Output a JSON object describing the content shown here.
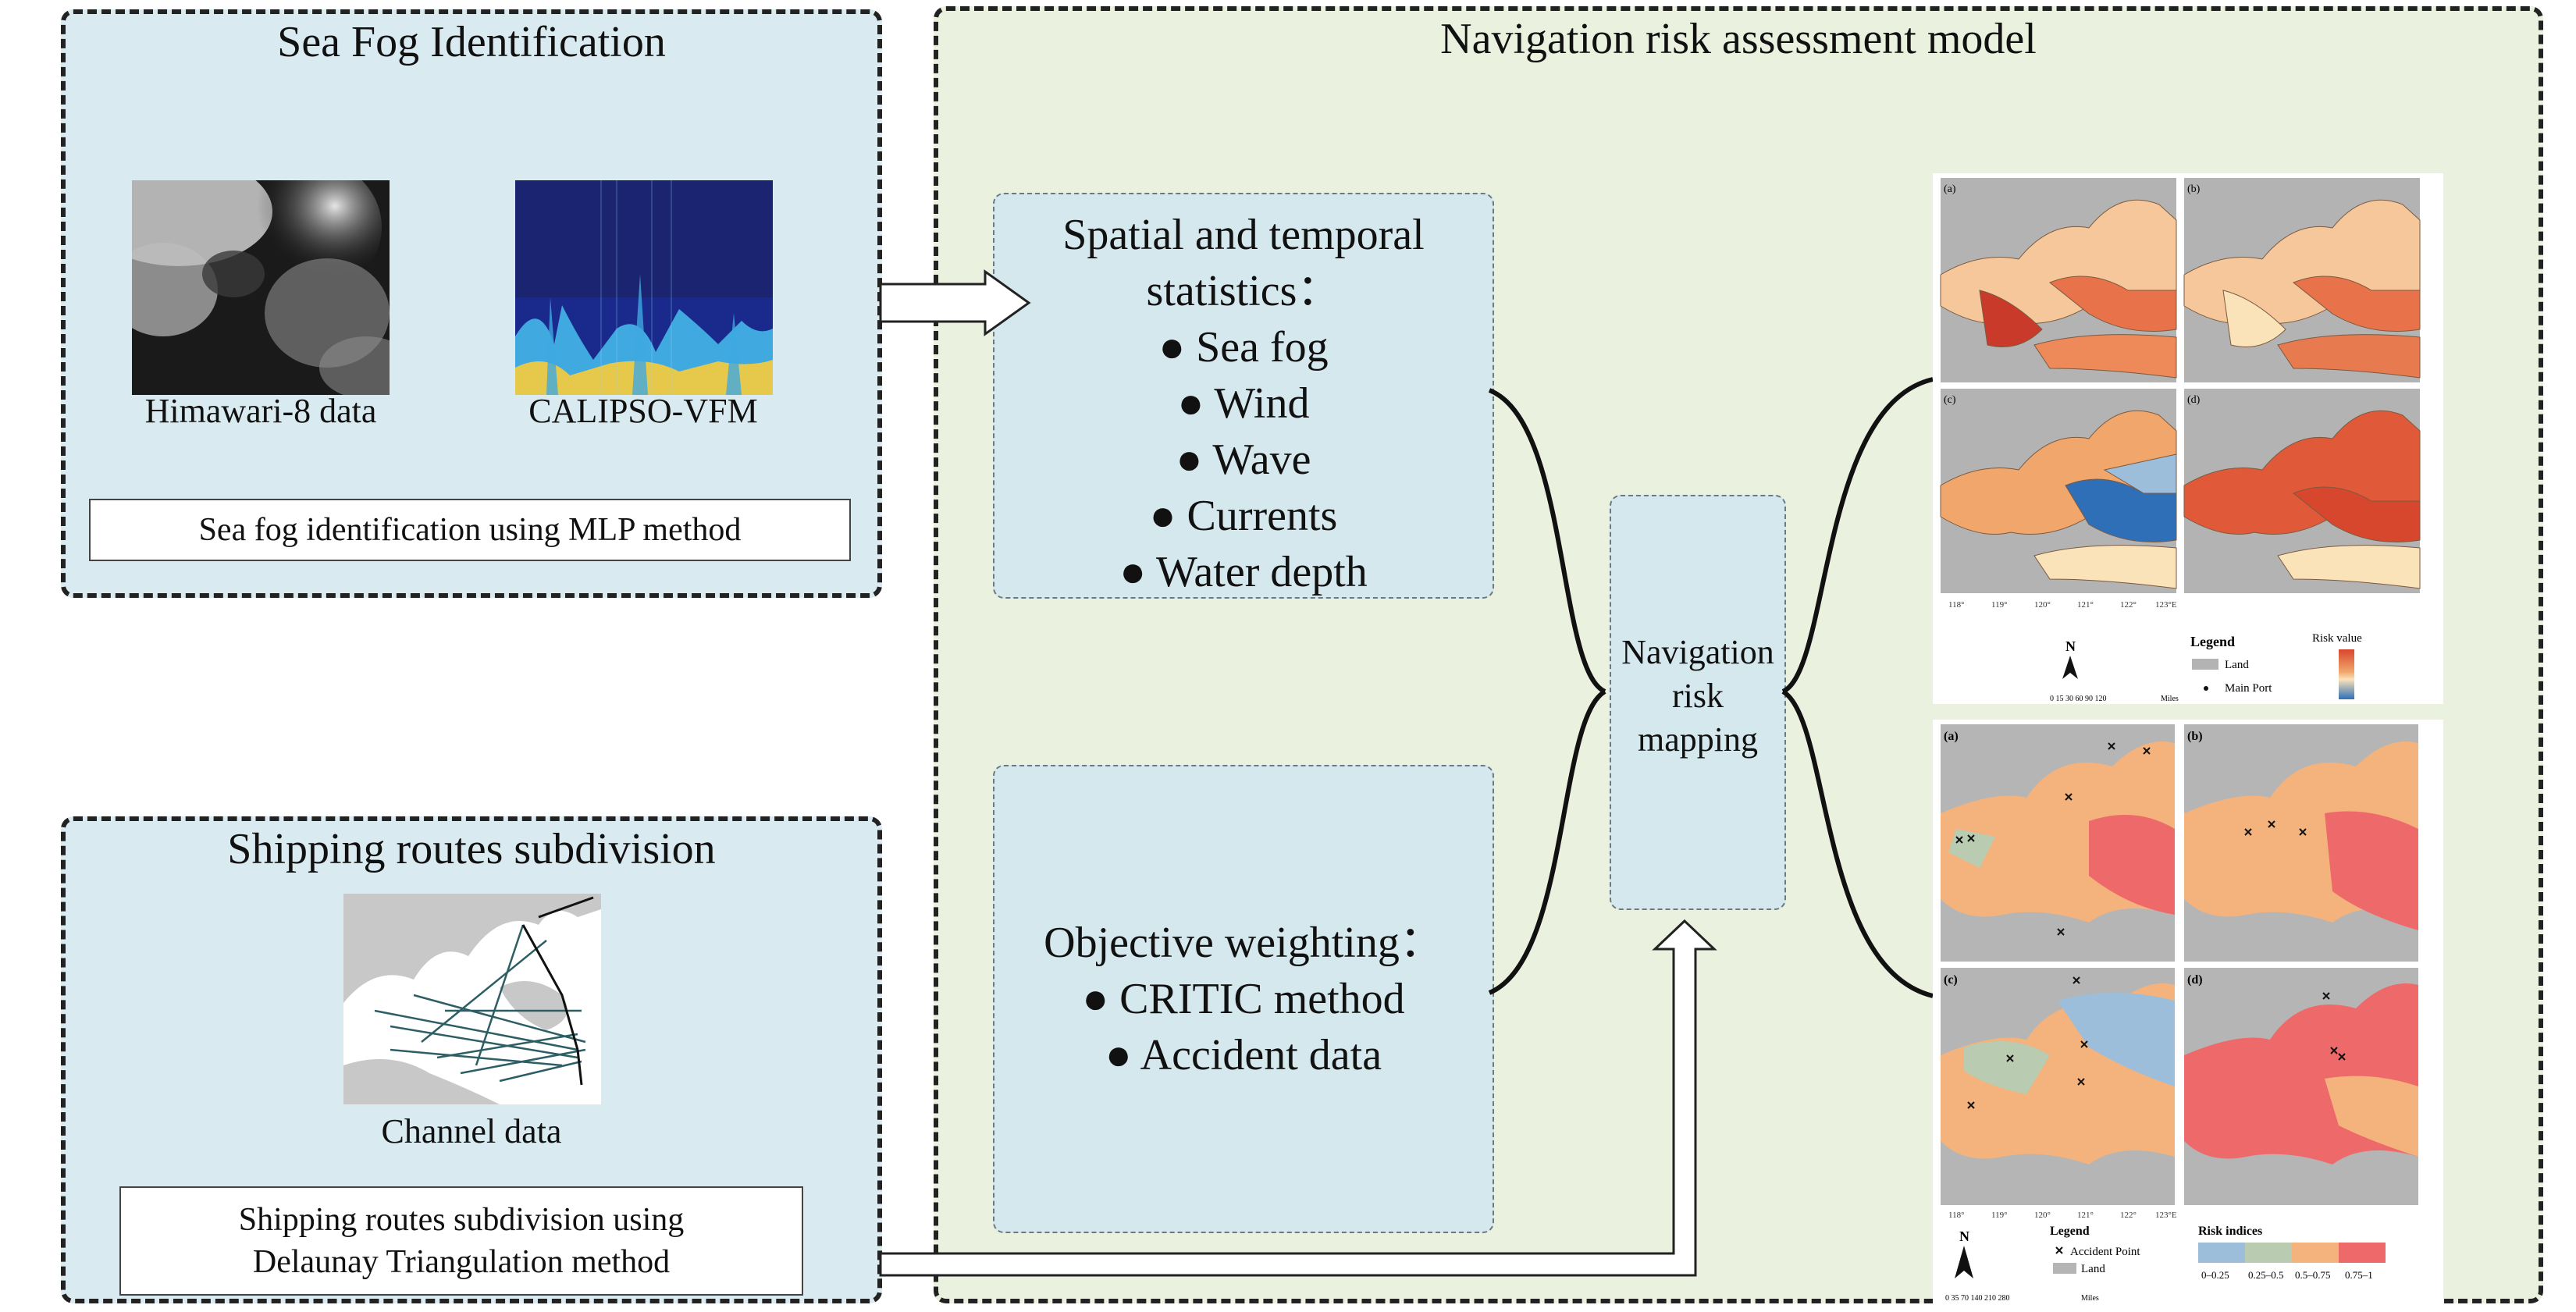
{
  "sea_fog": {
    "title": "Sea Fog Identification",
    "caption_left": "Himawari-8 data",
    "caption_right": "CALIPSO-VFM",
    "method": "Sea fog identification using MLP method"
  },
  "shipping": {
    "title": "Shipping routes subdivision",
    "caption": "Channel data",
    "method_line1": "Shipping routes subdivision using",
    "method_line2": "Delaunay Triangulation method"
  },
  "nav_model": {
    "title": "Navigation risk assessment model",
    "stats_title_line1": "Spatial and temporal",
    "stats_title_line2": "statistics：",
    "stats_items": [
      "Sea fog",
      "Wind",
      "Wave",
      "Currents",
      "Water depth"
    ],
    "weight_title": "Objective weighting：",
    "weight_items": [
      "CRITIC method",
      "Accident data"
    ],
    "mapping_line1": "Navigation",
    "mapping_line2": "risk",
    "mapping_line3": "mapping"
  },
  "maps_top": {
    "panels": [
      "(a)",
      "(b)",
      "(c)",
      "(d)"
    ],
    "legend_title": "Legend",
    "legend_land": "Land",
    "legend_port": "Main Port",
    "scale_title": "Risk value",
    "north": "N",
    "scalebar": "0  15  30      60      90     120",
    "scalebar_unit": "Miles",
    "lon_ticks": [
      "118°",
      "119°",
      "120°",
      "121°",
      "122°",
      "123°E"
    ]
  },
  "maps_bottom": {
    "panels": [
      "(a)",
      "(b)",
      "(c)",
      "(d)"
    ],
    "legend_title": "Legend",
    "legend_accident": "Accident Point",
    "legend_land": "Land",
    "indices_title": "Risk indices",
    "indices": [
      "0–0.25",
      "0.25–0.5",
      "0.5–0.75",
      "0.75–1"
    ],
    "north": "N",
    "scalebar": "0  35  70     140     210     280",
    "scalebar_unit": "Miles",
    "lon_ticks": [
      "118°",
      "119°",
      "120°",
      "121°",
      "122°",
      "123°E"
    ]
  },
  "colors": {
    "blue_panel": "#d9ebf0",
    "green_panel": "#eaf1de",
    "risk_high": "#d7472e",
    "risk_mid": "#f1a66c",
    "risk_low": "#fbe3b9",
    "risk_cool": "#2e6fb8",
    "idx_1": "#9cbedb",
    "idx_2": "#b9cbb1",
    "idx_3": "#f4b37c",
    "idx_4": "#ee6a6a"
  }
}
